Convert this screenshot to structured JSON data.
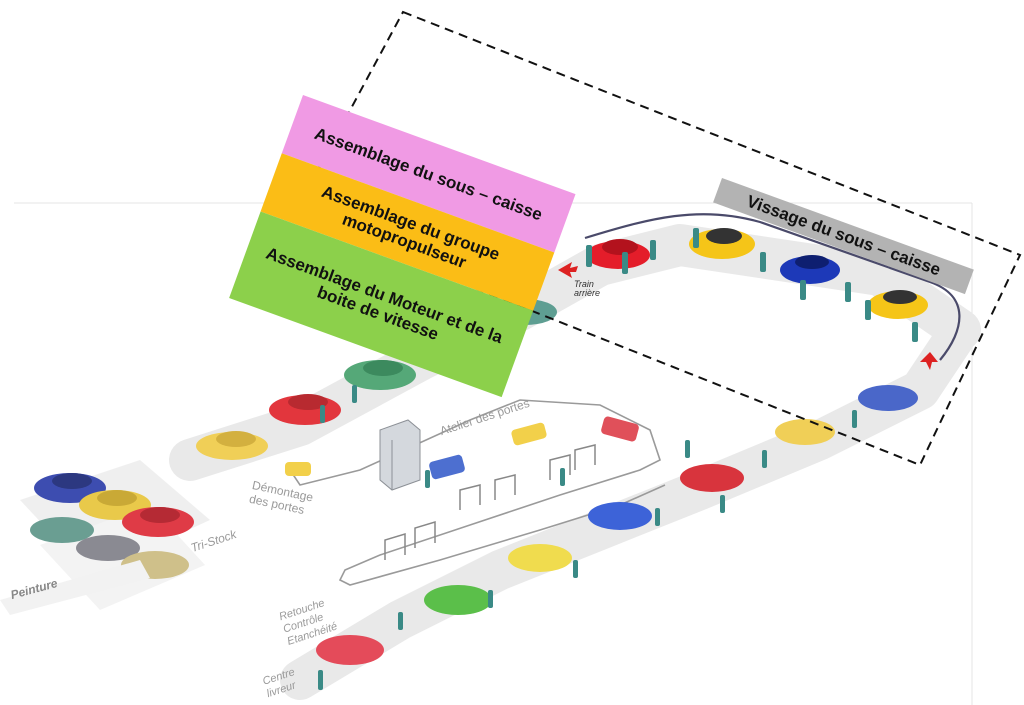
{
  "callouts": {
    "pink": "Assemblage du sous – caisse",
    "orange": "Assemblage du groupe motopropulseur",
    "green": "Assemblage du Moteur et de la boite de vitesse",
    "gray": "Vissage du sous – caisse"
  },
  "labels": {
    "train_arriere": "Train arrière",
    "atelier": "Atelier des portes",
    "demontage": "Démontage des portes",
    "tristock": "Tri-Stock",
    "peinture": "Peinture",
    "retouche": "Retouche Contrôle Etanchéité",
    "centre": "Centre livreur"
  },
  "colors": {
    "pink": "#f09ae4",
    "orange": "#fbbd16",
    "green": "#8cd04b",
    "gray": "#b3b3b3",
    "track": "#e6e6e6"
  }
}
